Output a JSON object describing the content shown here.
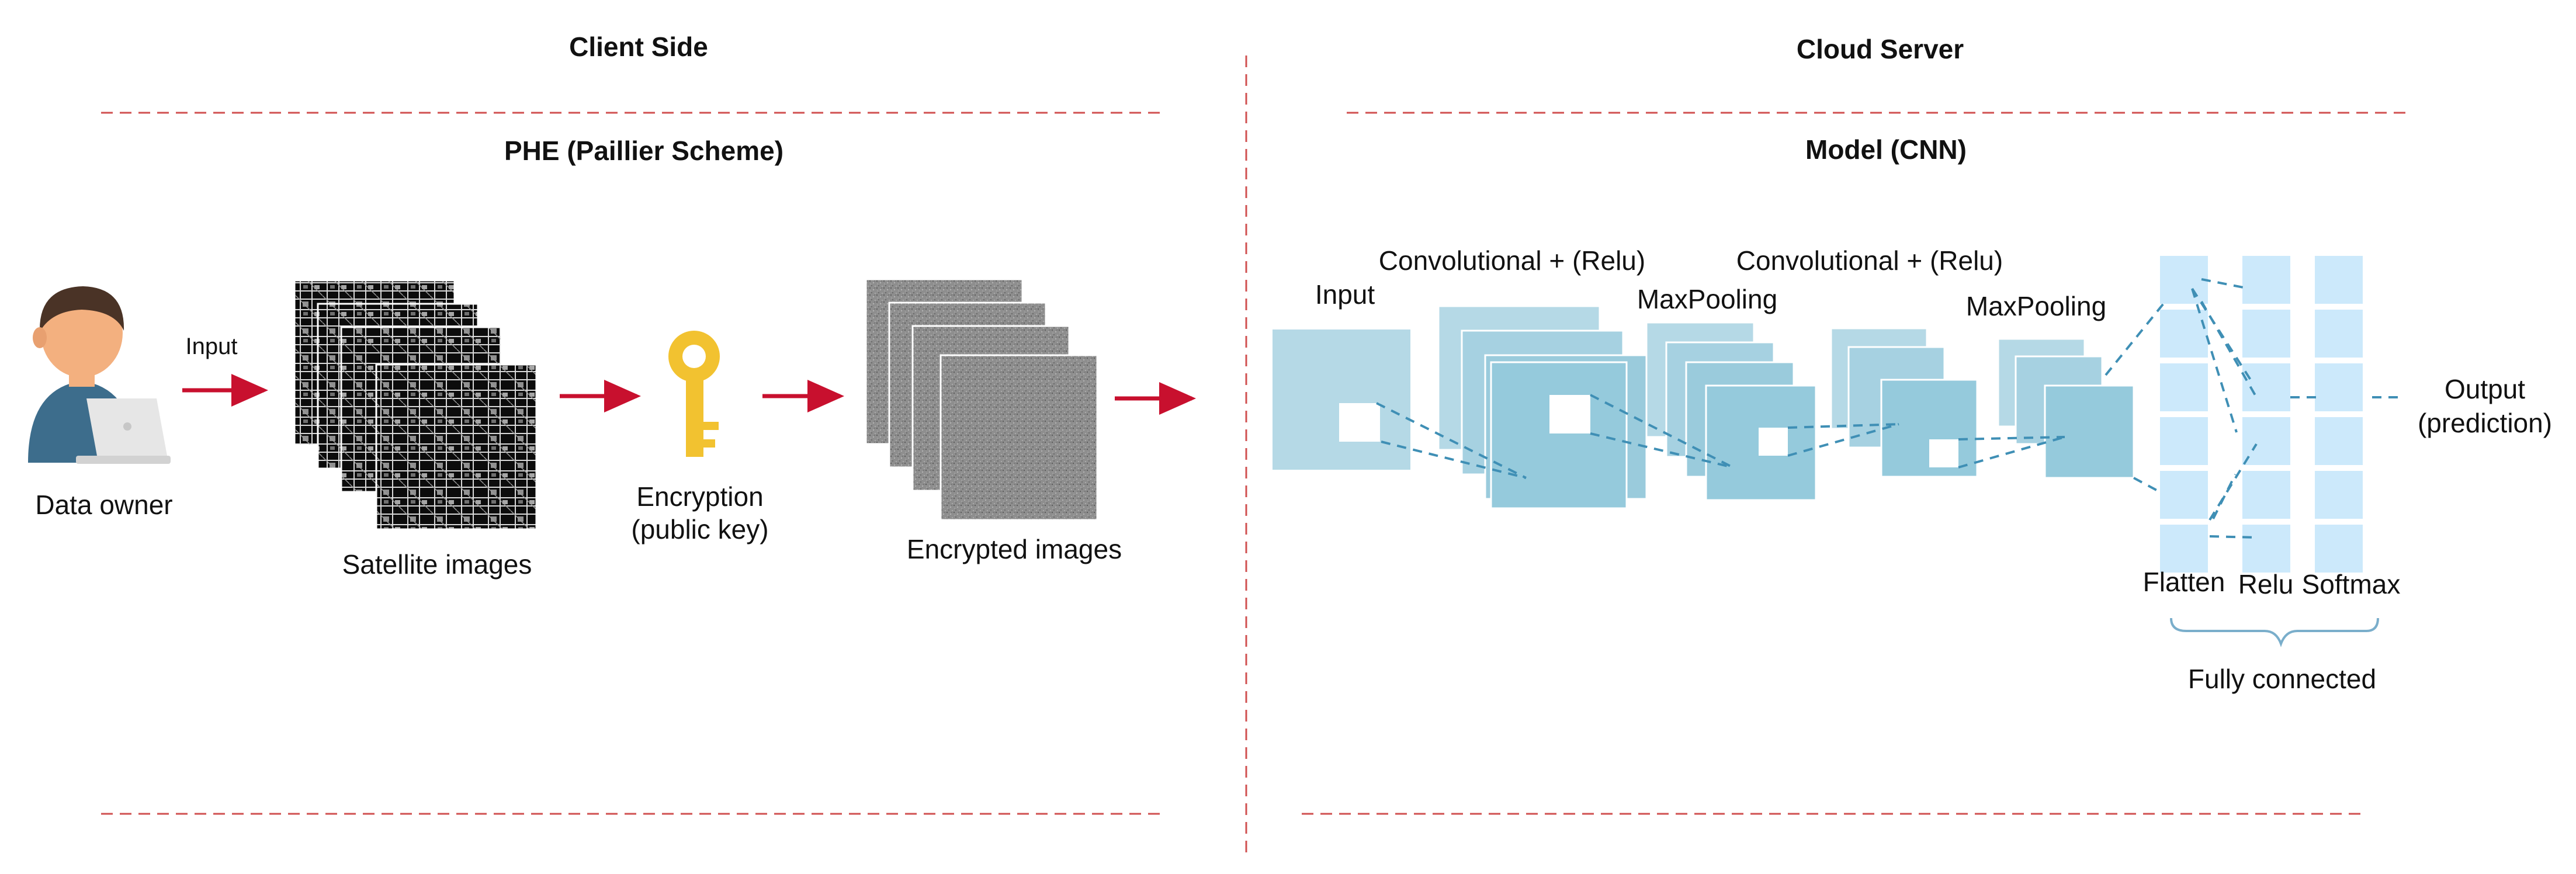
{
  "colors": {
    "accent_red": "#c8102e",
    "divider_red": "#d05050",
    "cnn_light": "#b5d9e6",
    "cnn_mid": "#95cadc",
    "fc_block": "#cce9fb",
    "dash_blue": "#3f8fb5",
    "key_gold": "#f2c230",
    "cipher_gray": "#8c8c8c"
  },
  "sections": {
    "client": {
      "title": "Client Side",
      "subtitle": "PHE (Paillier Scheme)"
    },
    "server": {
      "title": "Cloud Server",
      "subtitle": "Model (CNN)"
    }
  },
  "client": {
    "data_owner_label": "Data owner",
    "input_arrow_label": "Input",
    "satellite_label": "Satellite images",
    "encryption_label_line1": "Encryption",
    "encryption_label_line2": "(public key)",
    "encrypted_label": "Encrypted images",
    "icons": [
      "person-icon",
      "laptop-icon",
      "key-icon"
    ]
  },
  "cnn": {
    "input_label": "Input",
    "conv1_label": "Convolutional + (Relu)",
    "pool1_label": "MaxPooling",
    "conv2_label": "Convolutional + (Relu)",
    "pool2_label": "MaxPooling",
    "flatten_label": "Flatten",
    "relu_label": "Relu",
    "softmax_label": "Softmax",
    "fc_label": "Fully connected",
    "output_line1": "Output",
    "output_line2": "(prediction)"
  }
}
